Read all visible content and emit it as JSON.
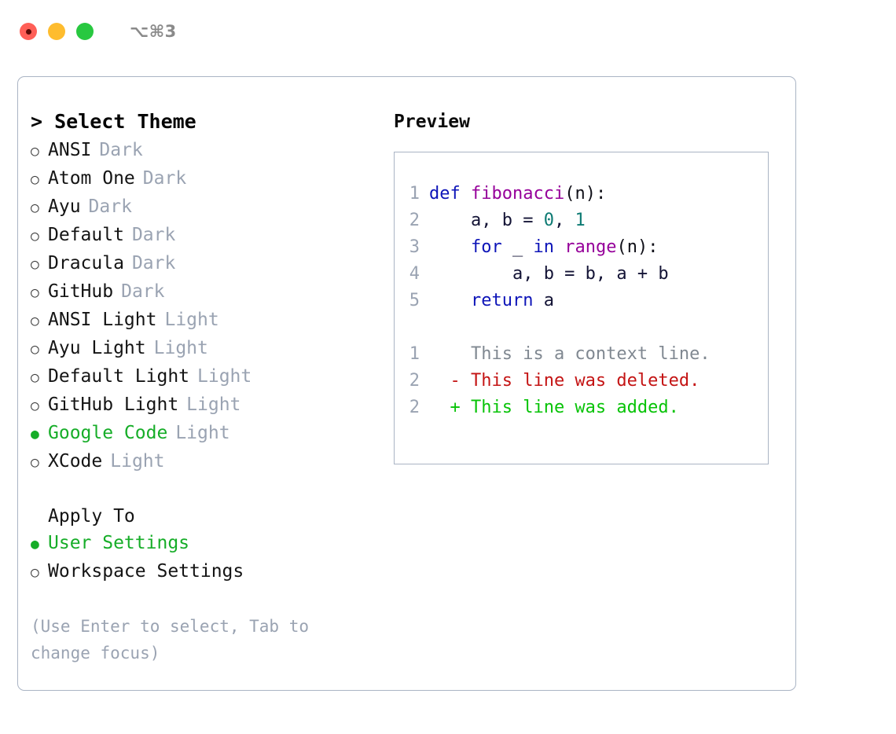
{
  "window": {
    "shortcut": "⌥⌘3",
    "traffic_lights": [
      {
        "name": "close",
        "color": "#ff5f57"
      },
      {
        "name": "minimize",
        "color": "#febc2e"
      },
      {
        "name": "maximize",
        "color": "#28c840"
      }
    ]
  },
  "theme_picker": {
    "header": "> Select Theme",
    "options": [
      {
        "bullet": "○",
        "label": "ANSI",
        "tag": "Dark",
        "selected": false
      },
      {
        "bullet": "○",
        "label": "Atom One",
        "tag": "Dark",
        "selected": false
      },
      {
        "bullet": "○",
        "label": "Ayu",
        "tag": "Dark",
        "selected": false
      },
      {
        "bullet": "○",
        "label": "Default",
        "tag": "Dark",
        "selected": false
      },
      {
        "bullet": "○",
        "label": "Dracula",
        "tag": "Dark",
        "selected": false
      },
      {
        "bullet": "○",
        "label": "GitHub",
        "tag": "Dark",
        "selected": false
      },
      {
        "bullet": "○",
        "label": "ANSI Light",
        "tag": "Light",
        "selected": false
      },
      {
        "bullet": "○",
        "label": "Ayu Light",
        "tag": "Light",
        "selected": false
      },
      {
        "bullet": "○",
        "label": "Default Light",
        "tag": "Light",
        "selected": false
      },
      {
        "bullet": "○",
        "label": "GitHub Light",
        "tag": "Light",
        "selected": false
      },
      {
        "bullet": "●",
        "label": "Google Code",
        "tag": "Light",
        "selected": true
      },
      {
        "bullet": "○",
        "label": "XCode",
        "tag": "Light",
        "selected": false
      }
    ]
  },
  "apply_to": {
    "header": "Apply To",
    "options": [
      {
        "bullet": "●",
        "label": "User Settings",
        "selected": true
      },
      {
        "bullet": "○",
        "label": "Workspace Settings",
        "selected": false
      }
    ]
  },
  "hint": "(Use Enter to select, Tab to change focus)",
  "preview": {
    "header": "Preview",
    "code_lines": [
      {
        "num": "1",
        "tokens": [
          {
            "t": "def ",
            "c": "kw"
          },
          {
            "t": "fibonacci",
            "c": "fn"
          },
          {
            "t": "(n):",
            "c": "punc"
          }
        ]
      },
      {
        "num": "2",
        "tokens": [
          {
            "t": "    a, b = ",
            "c": "plain"
          },
          {
            "t": "0",
            "c": "num"
          },
          {
            "t": ", ",
            "c": "plain"
          },
          {
            "t": "1",
            "c": "num"
          }
        ]
      },
      {
        "num": "3",
        "tokens": [
          {
            "t": "    ",
            "c": "plain"
          },
          {
            "t": "for",
            "c": "kw"
          },
          {
            "t": " _ ",
            "c": "plain"
          },
          {
            "t": "in",
            "c": "kw"
          },
          {
            "t": " ",
            "c": "plain"
          },
          {
            "t": "range",
            "c": "fn"
          },
          {
            "t": "(n):",
            "c": "punc"
          }
        ]
      },
      {
        "num": "4",
        "tokens": [
          {
            "t": "        a, b = b, a + b",
            "c": "plain"
          }
        ]
      },
      {
        "num": "5",
        "tokens": [
          {
            "t": "    ",
            "c": "plain"
          },
          {
            "t": "return",
            "c": "kw"
          },
          {
            "t": " a",
            "c": "plain"
          }
        ]
      }
    ],
    "diff_lines": [
      {
        "num": "1",
        "marker": "  ",
        "text": "This is a context line.",
        "kind": "ctx"
      },
      {
        "num": "2",
        "marker": "- ",
        "text": "This line was deleted.",
        "kind": "del"
      },
      {
        "num": "2",
        "marker": "+ ",
        "text": "This line was added.",
        "kind": "add"
      }
    ]
  },
  "colors": {
    "accent_green": "#16ad28",
    "muted_gray": "#9aa3b2",
    "border": "#aab4c4",
    "keyword": "#0d14b8",
    "function": "#96009a",
    "number": "#0d7a73",
    "diff_add": "#07c307",
    "diff_del": "#c41414"
  }
}
